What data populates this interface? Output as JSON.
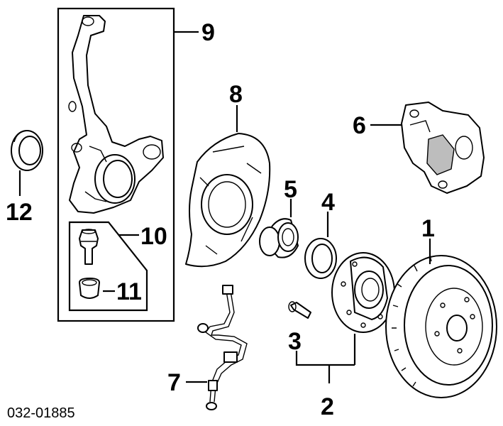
{
  "diagram": {
    "part_code": "032-01885",
    "callouts": [
      {
        "id": "1",
        "label": "1"
      },
      {
        "id": "2",
        "label": "2"
      },
      {
        "id": "3",
        "label": "3"
      },
      {
        "id": "4",
        "label": "4"
      },
      {
        "id": "5",
        "label": "5"
      },
      {
        "id": "6",
        "label": "6"
      },
      {
        "id": "7",
        "label": "7"
      },
      {
        "id": "8",
        "label": "8"
      },
      {
        "id": "9",
        "label": "9"
      },
      {
        "id": "10",
        "label": "10"
      },
      {
        "id": "11",
        "label": "11"
      },
      {
        "id": "12",
        "label": "12"
      }
    ],
    "colors": {
      "line": "#000000",
      "background": "#ffffff",
      "shade": "#bdbdbd"
    }
  }
}
